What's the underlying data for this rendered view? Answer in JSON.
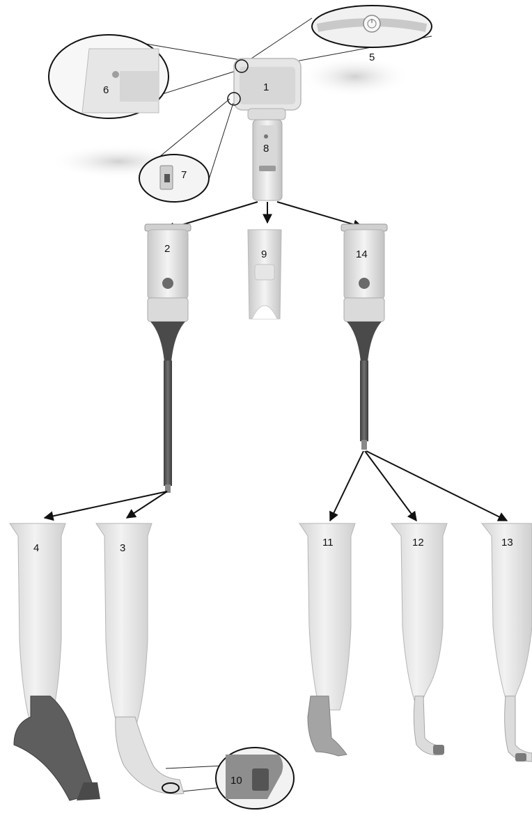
{
  "labels": {
    "monitor": "1",
    "handle_left": "2",
    "blade_3": "3",
    "blade_4": "4",
    "power_button": "5",
    "indicator_light": "6",
    "connector_port": "7",
    "monitor_handle": "8",
    "handle_cover": "9",
    "blade_tip": "10",
    "blade_11": "11",
    "blade_12": "12",
    "blade_13": "13",
    "handle_right": "14"
  }
}
